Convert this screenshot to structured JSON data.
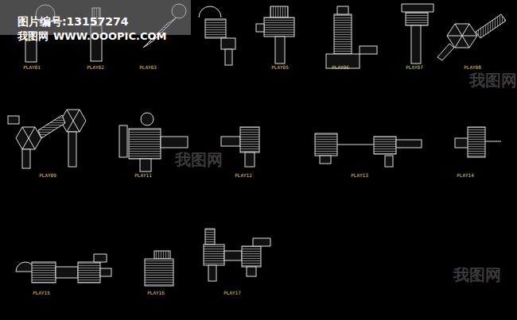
{
  "diagram": {
    "labels": [
      "图片编号:13157274",
      "我图网",
      "WWW.OOOPIC.COM",
      "PLAY01",
      "PLAY02",
      "PLAY03",
      "PLAY05",
      "PLAY06",
      "PLAY07",
      "PLAY08",
      "PLAY09",
      "PLAY11",
      "PLAY12",
      "PLAY13",
      "PLAY14",
      "PLAY15",
      "PLAY16",
      "PLAY17",
      "我图网",
      "我图网",
      "我图网"
    ]
  }
}
